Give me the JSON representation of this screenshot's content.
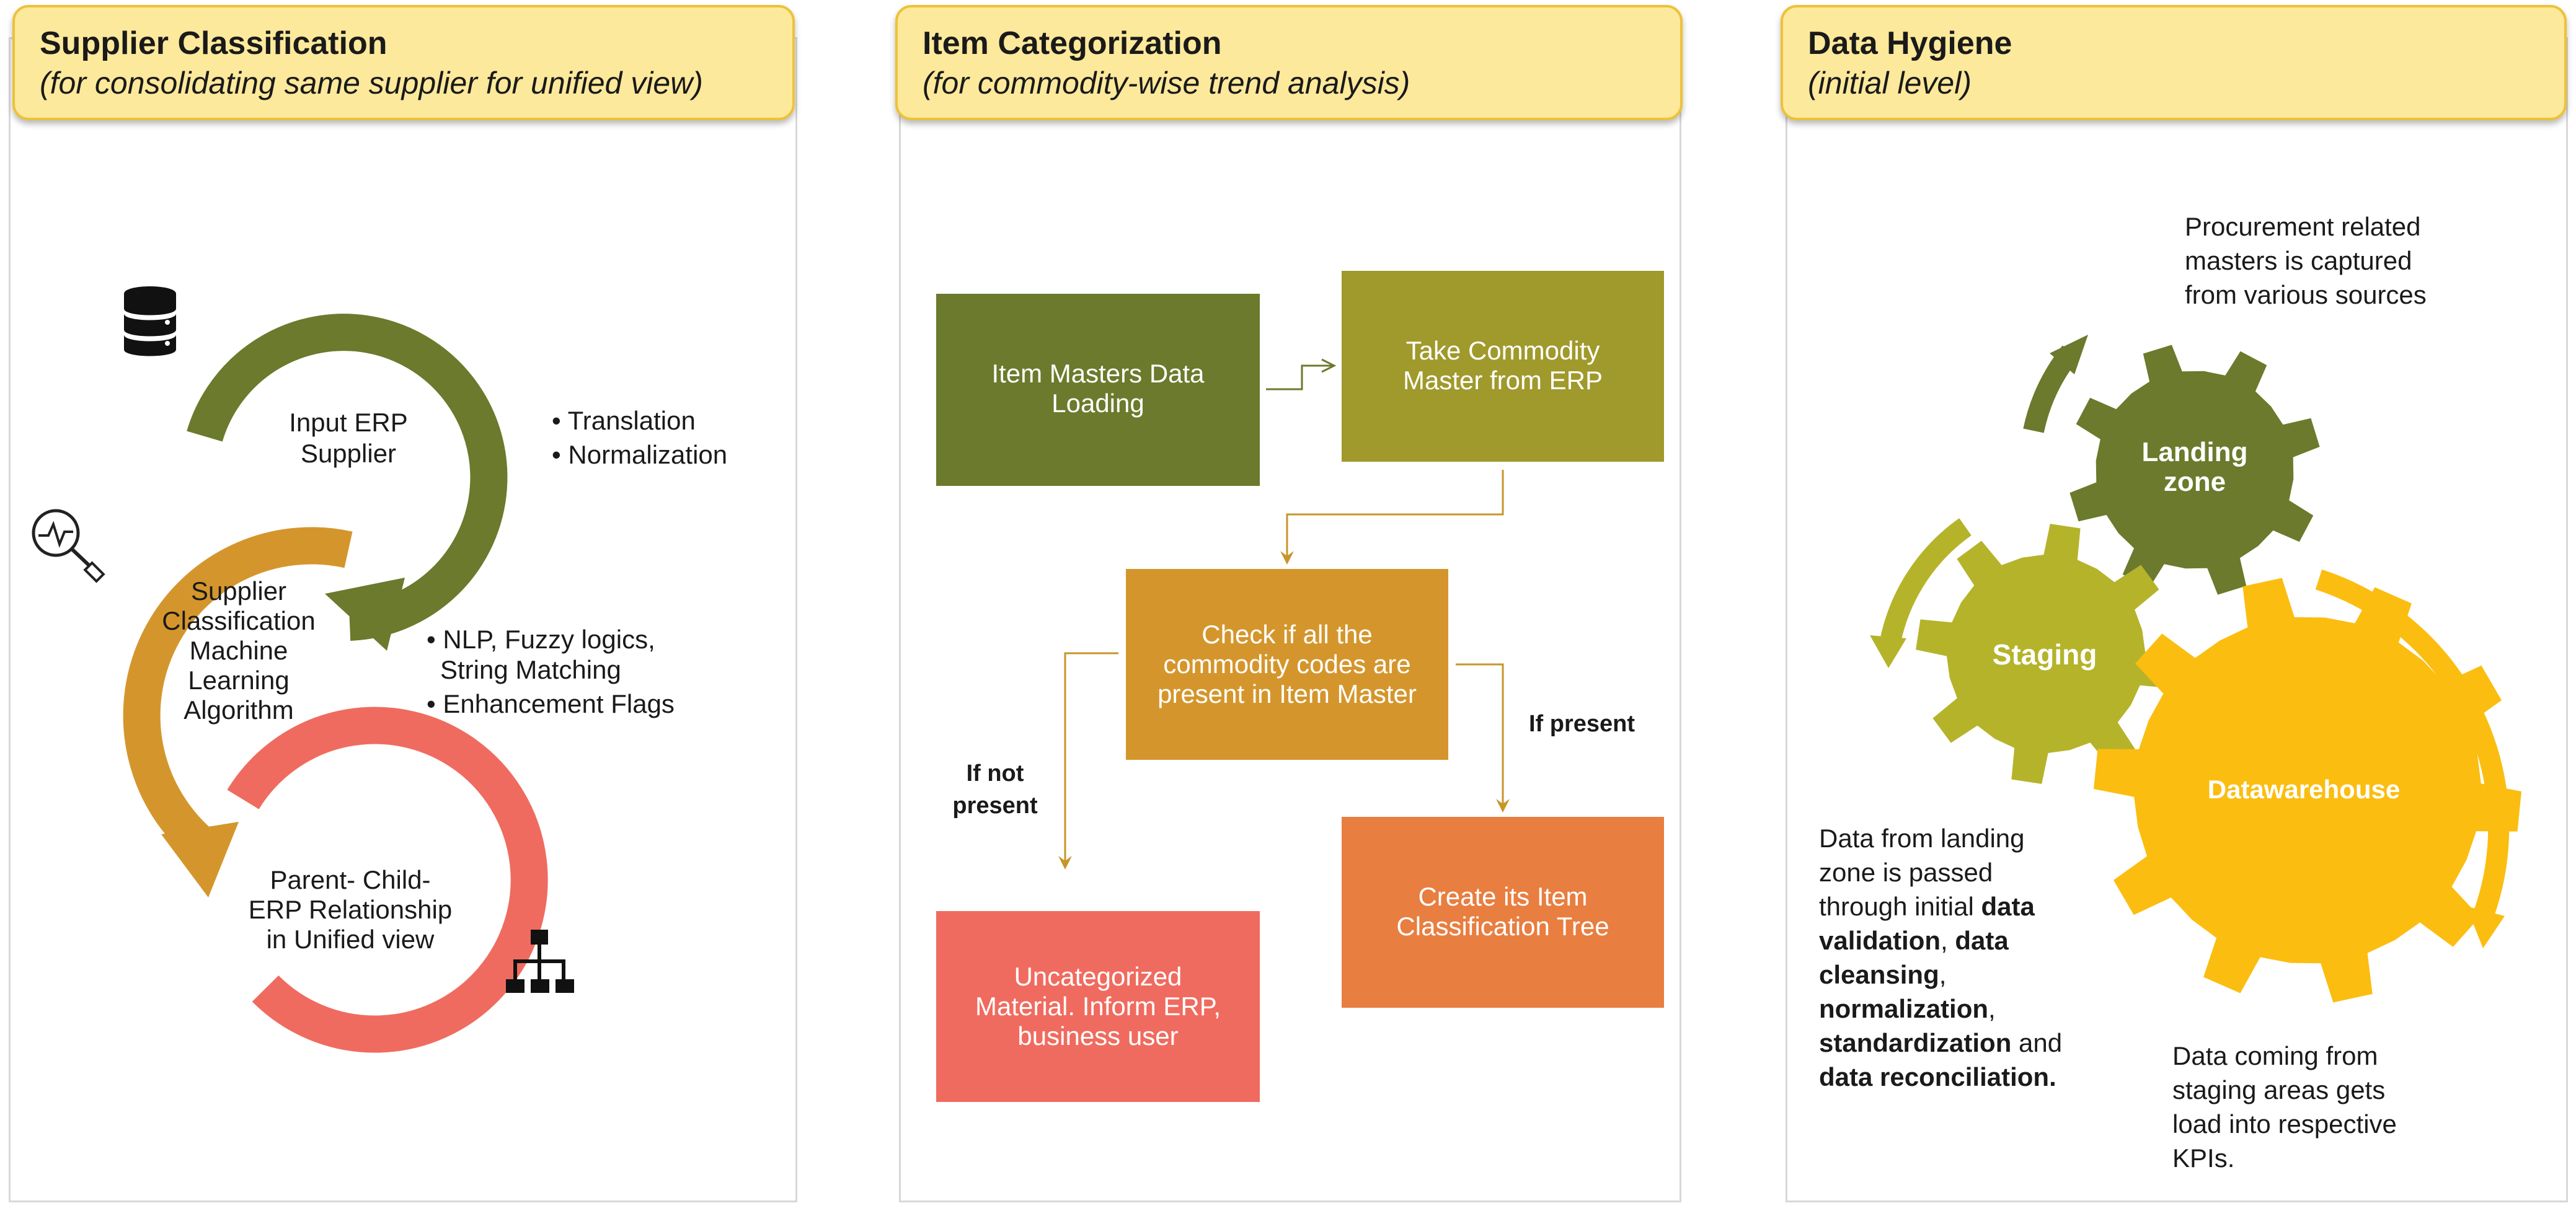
{
  "supplier": {
    "title": "Supplier Classification",
    "subtitle": "(for consolidating same supplier for unified view)",
    "ring1_lines": [
      "Input ERP",
      "Supplier"
    ],
    "ring2_lines": [
      "Supplier",
      "Classification",
      "Machine",
      "Learning",
      "Algorithm"
    ],
    "ring3_lines": [
      "Parent- Child-",
      "ERP Relationship",
      "in Unified view"
    ],
    "bullets_top": [
      "Translation",
      "Normalization"
    ],
    "bullets_mid": [
      [
        "NLP, Fuzzy logics,",
        "String Matching"
      ],
      [
        "Enhancement Flags"
      ]
    ],
    "icons": [
      "database-icon",
      "analytics-search-icon",
      "hierarchy-icon"
    ],
    "colors": {
      "ring1": "#6b7a2c",
      "ring2": "#d4962c",
      "ring3": "#f06b5f"
    }
  },
  "item": {
    "title": "Item Categorization",
    "subtitle": "(for commodity-wise trend analysis)",
    "box_load": [
      "Item Masters Data",
      "Loading"
    ],
    "box_take": [
      "Take Commodity",
      "Master from ERP"
    ],
    "box_check": [
      "Check if all the",
      "commodity codes are",
      "present in Item Master"
    ],
    "box_create": [
      "Create its Item",
      "Classification Tree"
    ],
    "box_uncat": [
      "Uncategorized",
      "Material. Inform ERP,",
      "business user"
    ],
    "label_present": "If present",
    "label_not_present": [
      "If not",
      "present"
    ],
    "colors": {
      "load": "#6b7a2c",
      "take": "#a0992c",
      "check": "#d4962c",
      "create": "#e87e40",
      "uncat": "#f06b5f"
    }
  },
  "hygiene": {
    "title": "Data Hygiene",
    "subtitle": "(initial level)",
    "gear_landing": [
      "Landing",
      "zone"
    ],
    "gear_staging": "Staging",
    "gear_dw": "Datawarehouse",
    "note_top": [
      "Procurement related",
      "masters is captured",
      "from various sources"
    ],
    "note_left": [
      [
        {
          "t": "Data from landing",
          "b": false
        }
      ],
      [
        {
          "t": "zone is passed",
          "b": false
        }
      ],
      [
        {
          "t": "through initial ",
          "b": false
        },
        {
          "t": "data",
          "b": true
        }
      ],
      [
        {
          "t": "validation",
          "b": true
        },
        {
          "t": ", ",
          "b": false
        },
        {
          "t": "data",
          "b": true
        }
      ],
      [
        {
          "t": "cleansing",
          "b": true
        },
        {
          "t": ",",
          "b": false
        }
      ],
      [
        {
          "t": "normalization",
          "b": true
        },
        {
          "t": ",",
          "b": false
        }
      ],
      [
        {
          "t": "standardization",
          "b": true
        },
        {
          "t": " and",
          "b": false
        }
      ],
      [
        {
          "t": "data reconciliation.",
          "b": true
        }
      ]
    ],
    "note_bottom": [
      "Data coming from",
      "staging areas gets",
      "load into respective",
      "KPIs."
    ],
    "colors": {
      "landing": "#6b7a2c",
      "staging": "#b5b32a",
      "dw": "#fbbd10"
    }
  }
}
